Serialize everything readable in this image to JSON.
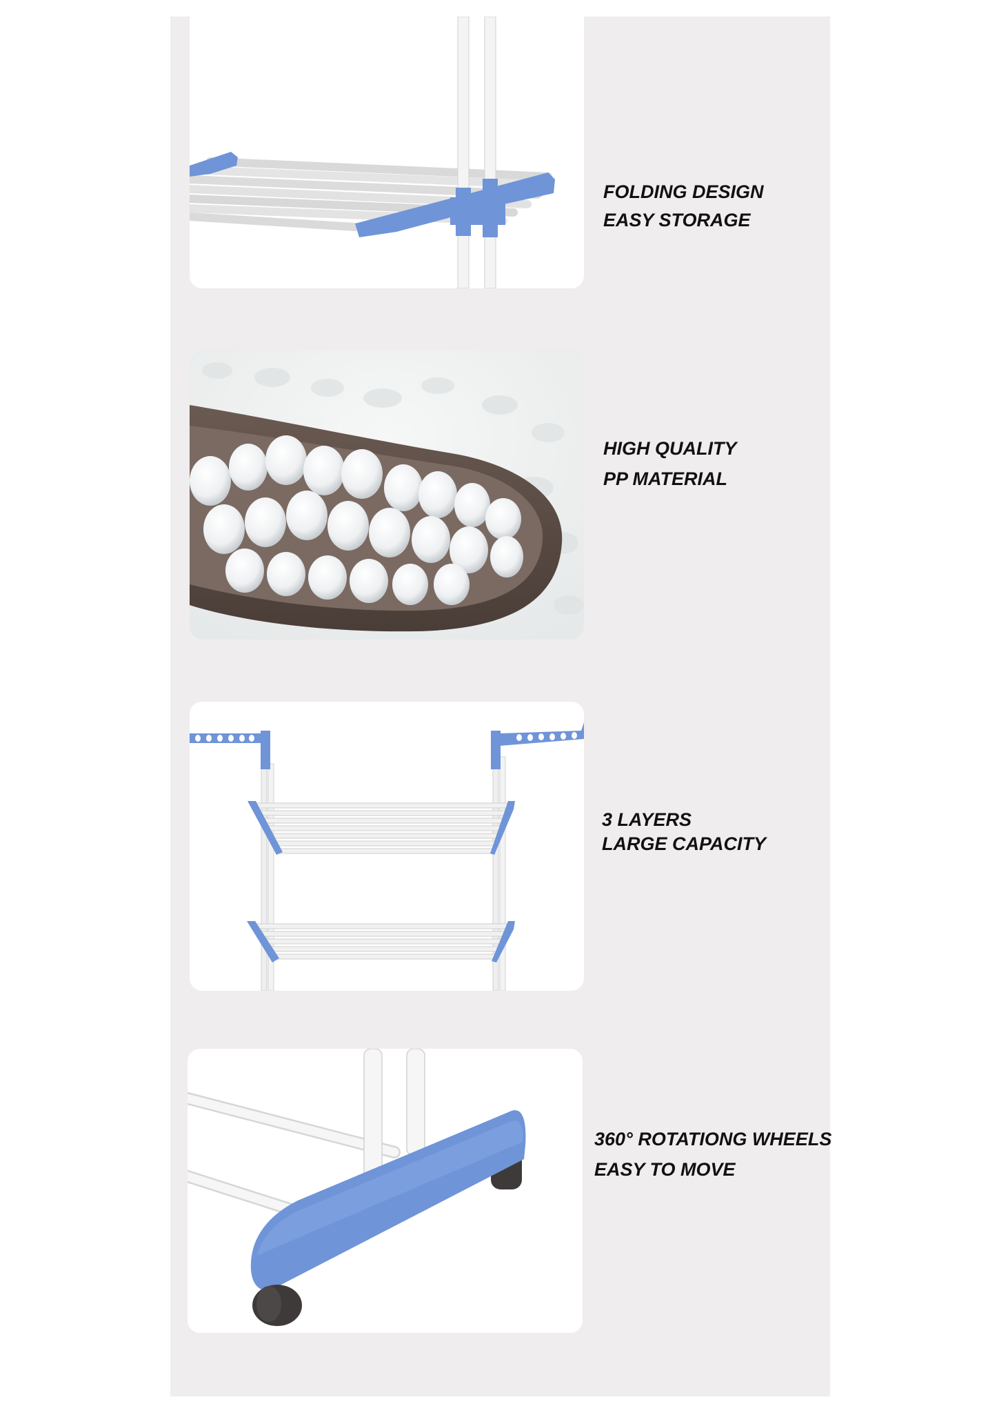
{
  "colors": {
    "accent_blue": "#6f94d8",
    "panel_bg": "#efedee",
    "card_bg": "#ffffff",
    "text": "#111111"
  },
  "features": [
    {
      "image": "folding-shelf-image",
      "lines": [
        "FOLDING DESIGN",
        "EASY STORAGE"
      ]
    },
    {
      "image": "pp-pellets-image",
      "lines": [
        "HIGH QUALITY",
        "PP MATERIAL"
      ]
    },
    {
      "image": "three-layer-rack-image",
      "lines": [
        "3 LAYERS",
        "LARGE CAPACITY"
      ]
    },
    {
      "image": "rotating-wheels-image",
      "lines": [
        "360° ROTATIONG WHEELS",
        "EASY TO MOVE"
      ]
    }
  ]
}
